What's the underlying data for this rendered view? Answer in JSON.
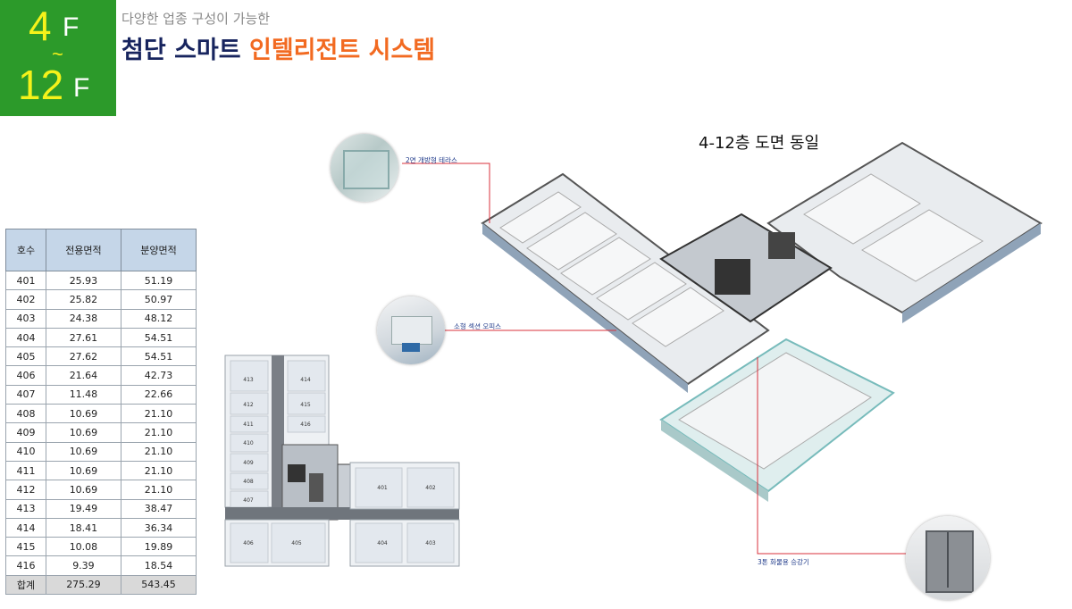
{
  "badge": {
    "top_num": "4",
    "top_unit": "F",
    "range_mark": "~",
    "bottom_num": "12",
    "bottom_unit": "F"
  },
  "header": {
    "subtitle": "다양한 업종 구성이 가능한",
    "title_main": "첨단 스마트 ",
    "title_accent": "인텔리전트 시스템"
  },
  "plan_note": "4-12층 도면 동일",
  "callouts": {
    "terrace": "2면 개방형 테라스",
    "office": "소형 섹션 오피스",
    "elevator": "3톤 화물용 승강기"
  },
  "table": {
    "headers": [
      "호수",
      "전용면적",
      "분양면적"
    ],
    "rows": [
      [
        "401",
        "25.93",
        "51.19"
      ],
      [
        "402",
        "25.82",
        "50.97"
      ],
      [
        "403",
        "24.38",
        "48.12"
      ],
      [
        "404",
        "27.61",
        "54.51"
      ],
      [
        "405",
        "27.62",
        "54.51"
      ],
      [
        "406",
        "21.64",
        "42.73"
      ],
      [
        "407",
        "11.48",
        "22.66"
      ],
      [
        "408",
        "10.69",
        "21.10"
      ],
      [
        "409",
        "10.69",
        "21.10"
      ],
      [
        "410",
        "10.69",
        "21.10"
      ],
      [
        "411",
        "10.69",
        "21.10"
      ],
      [
        "412",
        "10.69",
        "21.10"
      ],
      [
        "413",
        "19.49",
        "38.47"
      ],
      [
        "414",
        "18.41",
        "36.34"
      ],
      [
        "415",
        "10.08",
        "19.89"
      ],
      [
        "416",
        "9.39",
        "18.54"
      ]
    ],
    "total": [
      "합계",
      "275.29",
      "543.45"
    ]
  },
  "floor_plan_units": [
    "413",
    "414",
    "412",
    "415",
    "411",
    "416",
    "410",
    "409",
    "408",
    "407",
    "406",
    "405",
    "401",
    "402",
    "404",
    "403"
  ],
  "colors": {
    "badge_green": "#2c9a2a",
    "badge_yellow": "#f5f21a",
    "title_navy": "#17245e",
    "title_orange": "#f26a21",
    "table_header": "#c5d6e8",
    "leader_line": "#d9303b"
  }
}
